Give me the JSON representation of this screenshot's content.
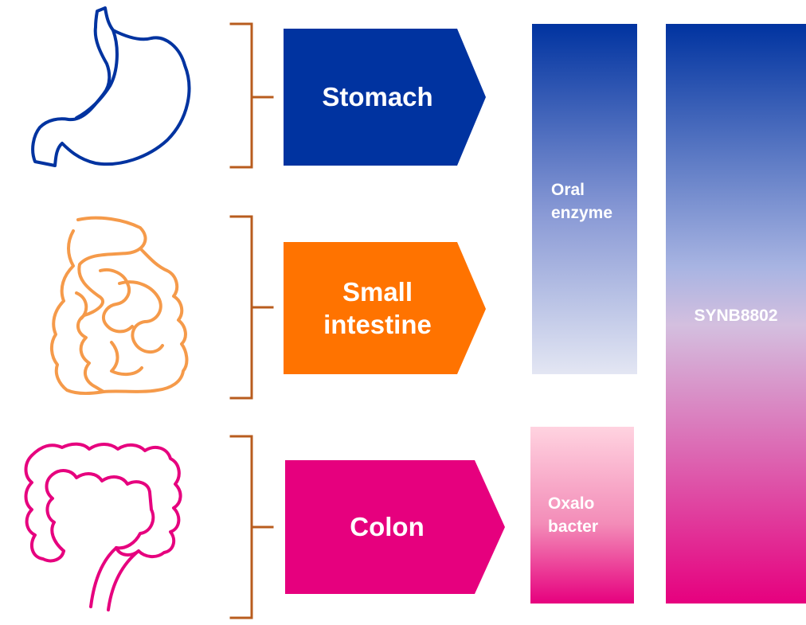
{
  "organs": [
    {
      "id": "stomach",
      "label": "Stomach",
      "color": "#0033a0",
      "icon": "stomach-icon"
    },
    {
      "id": "small-intestine",
      "label": "Small\nintestine",
      "color": "#ff7300",
      "icon": "small-intestine-icon"
    },
    {
      "id": "colon",
      "label": "Colon",
      "color": "#e6007e",
      "icon": "colon-icon"
    }
  ],
  "therapies": {
    "oral_enzyme": {
      "label": "Oral enzyme",
      "region": "Stomach to small intestine",
      "color_top": "#0033a0",
      "color_bottom": "#e3e6f3"
    },
    "oxalobacter": {
      "label": "Oxalo bacter",
      "region": "Colon",
      "color_top": "#ffd0de",
      "color_bottom": "#e6007e"
    },
    "synb8802": {
      "label": "SYNB8802",
      "region": "Stomach to colon",
      "color_top": "#0033a0",
      "color_bottom": "#e6007e"
    }
  },
  "colors": {
    "bracket": "#b85c1e"
  }
}
